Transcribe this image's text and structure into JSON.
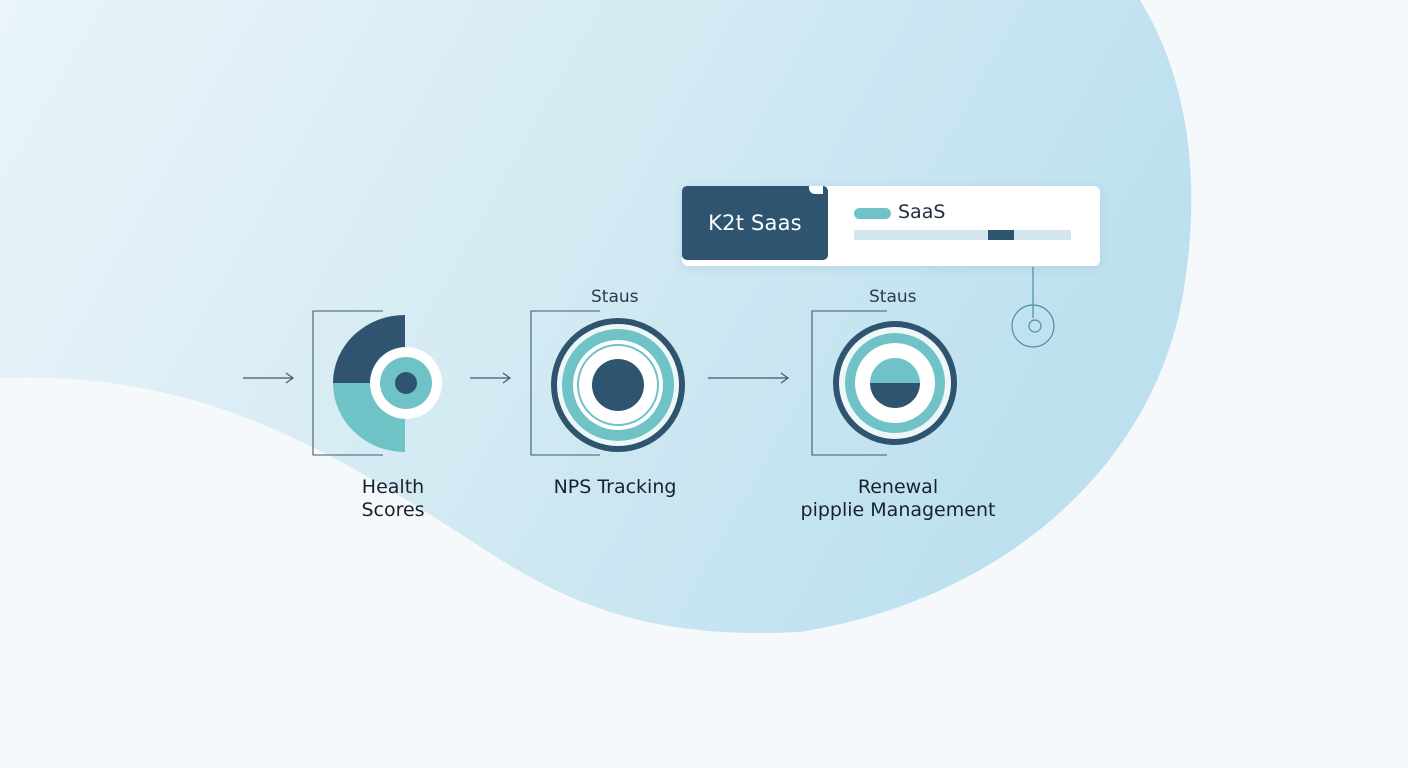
{
  "card": {
    "tab_label": "K2t Saas",
    "label": "SaaS",
    "progress": 0.7
  },
  "stages": [
    {
      "label": "Health\nScores",
      "status": ""
    },
    {
      "label": "NPS Tracking",
      "status": "Staus"
    },
    {
      "label": "Renewal\npipplie Management",
      "status": "Staus"
    }
  ],
  "colors": {
    "navy": "#2f5470",
    "teal": "#6fc3c6",
    "background_blob": "#c6e3f0"
  }
}
